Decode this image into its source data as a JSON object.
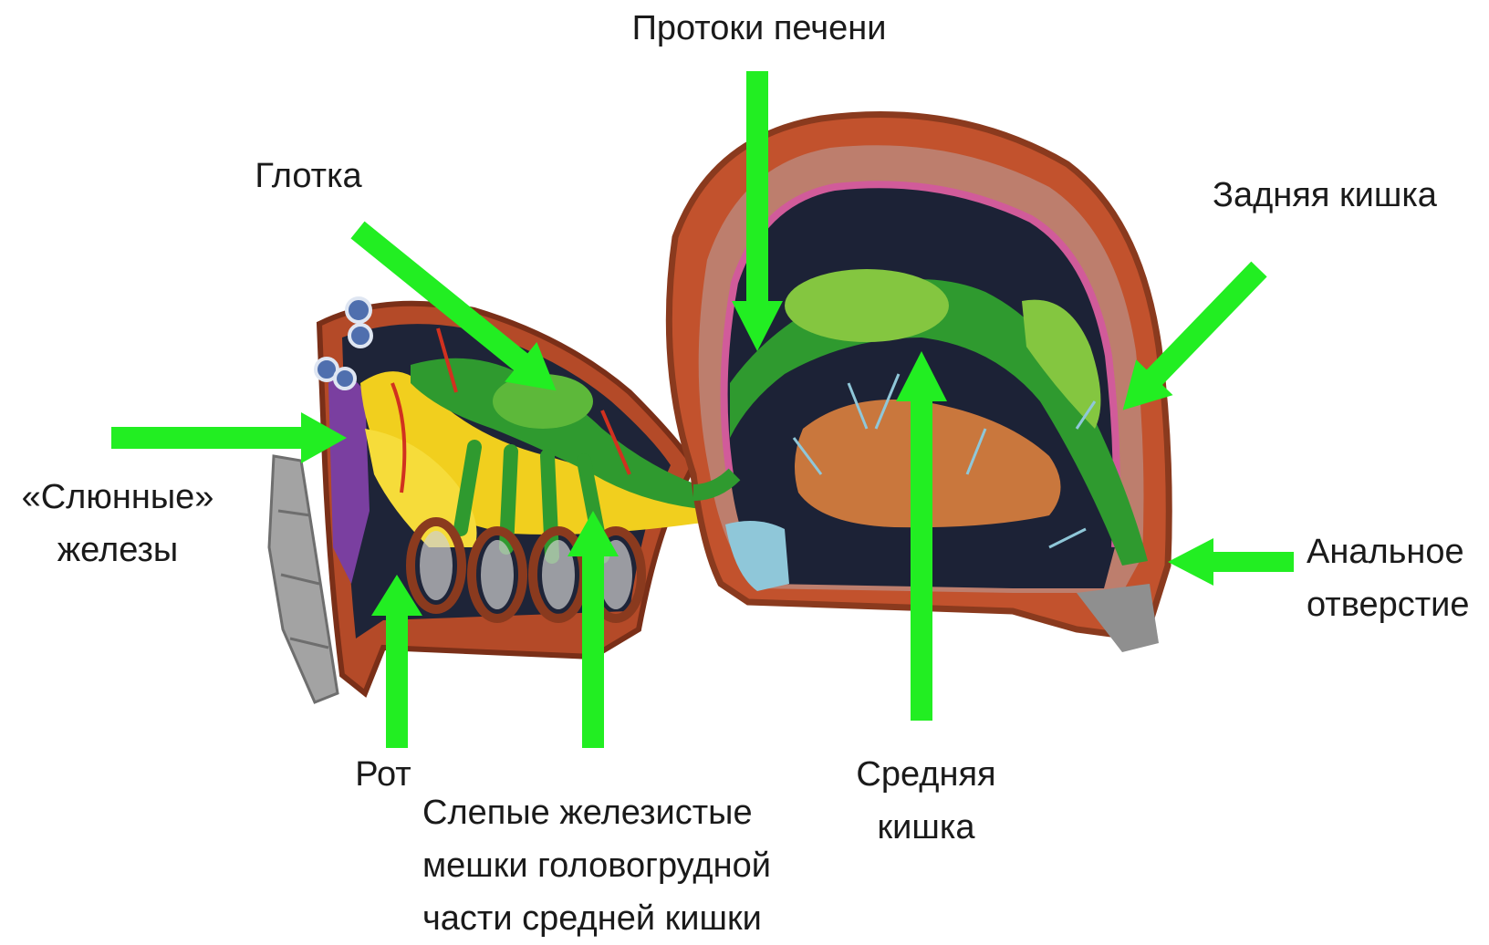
{
  "labels": {
    "liver_ducts": "Протоки печени",
    "pharynx": "Глотка",
    "hindgut": "Задняя кишка",
    "salivary_glands": [
      "«Слюнные»",
      "железы"
    ],
    "anus": [
      "Анальное",
      "отверстие"
    ],
    "mouth": "Рот",
    "blind_sacs": [
      "Слепые железистые",
      "мешки головогрудной",
      "части средней кишки"
    ],
    "midgut": [
      "Средняя",
      "кишка"
    ]
  },
  "colors": {
    "arrow": "#22ee22",
    "body_outline": "#8a3a1e",
    "body_fill": "#c2522d",
    "interior": "#1c2236",
    "gut_green": "#2f9a2f",
    "light_green": "#84c640",
    "yellow_gland": "#f3d11c",
    "orange_organ": "#c9773d",
    "blue_trachea": "#8fc7d9",
    "eye_blue": "#4f6fae",
    "leg_grey": "#9a9a9a"
  }
}
